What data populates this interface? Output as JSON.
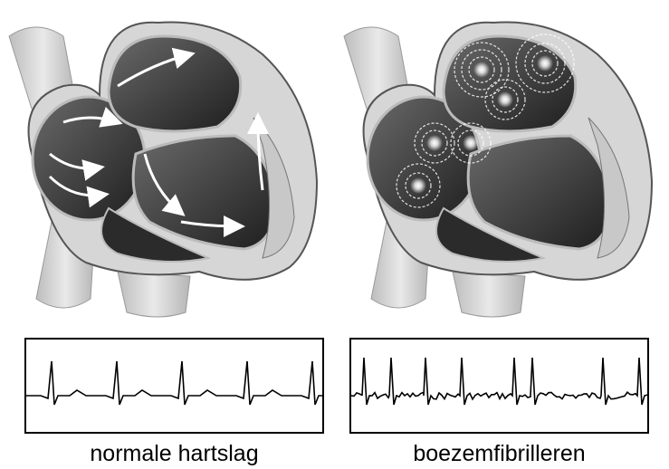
{
  "figure": {
    "left": {
      "caption": "normale hartslag",
      "illustration": "heart-normal-conduction",
      "ecg": "regular-sinus-rhythm"
    },
    "right": {
      "caption": "boezemfibrilleren",
      "illustration": "heart-atrial-fibrillation",
      "ecg": "irregular-fibrillation"
    },
    "colors": {
      "ink": "#000000",
      "heart_dark": "#3a3a3a",
      "heart_wall": "#d8d8d8",
      "vessel": "#cfcfcf"
    }
  }
}
